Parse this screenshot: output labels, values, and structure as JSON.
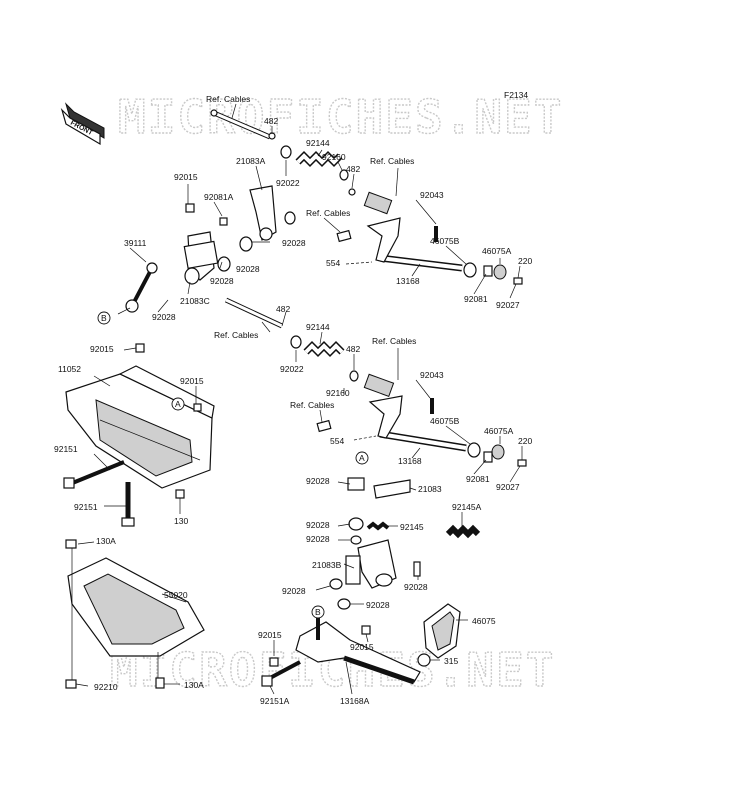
{
  "figure_code": "F2134",
  "front_marker": "FRONT",
  "watermark_text": "MICROFICHES.NET",
  "ref_cables": "Ref. Cables",
  "ref_letters": {
    "a": "A",
    "b": "B"
  },
  "parts": {
    "p482": "482",
    "p21083A": "21083A",
    "p92144": "92144",
    "p92160": "92160",
    "p92015": "92015",
    "p92081A": "92081A",
    "p92022": "92022",
    "p92043": "92043",
    "p39111": "39111",
    "p92028": "92028",
    "p46075B": "46075B",
    "p46075A": "46075A",
    "p220": "220",
    "p554": "554",
    "p13168": "13168",
    "p21083C": "21083C",
    "p92081": "92081",
    "p92027": "92027",
    "p11052": "11052",
    "p92151": "92151",
    "p130": "130",
    "p21083": "21083",
    "p92145": "92145",
    "p92145A": "92145A",
    "p130A": "130A",
    "p55020": "55020",
    "p21083B": "21083B",
    "p46075": "46075",
    "p315": "315",
    "p92210": "92210",
    "p92151A": "92151A",
    "p13168A": "13168A"
  },
  "colors": {
    "ink": "#111111",
    "watermark": "#c9c9c9",
    "paper": "#ffffff"
  }
}
